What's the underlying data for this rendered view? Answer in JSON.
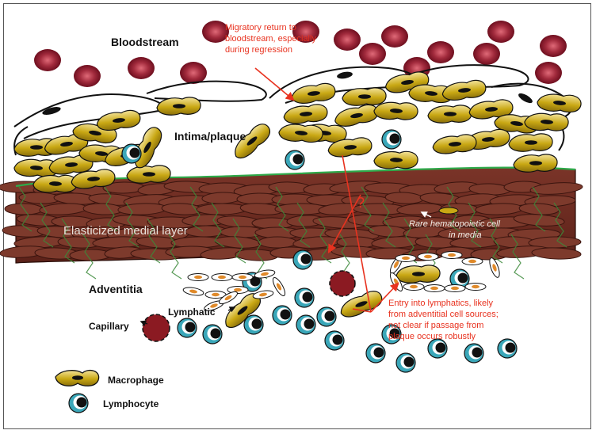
{
  "labels": {
    "bloodstream": "Bloodstream",
    "intima": "Intima/plaque",
    "medial": "Elasticized medial layer",
    "adventitia": "Adventitia",
    "lymphatic": "Lymphatic",
    "capillary": "Capillary",
    "question": "?"
  },
  "annotations": {
    "migratory": [
      "Migratory return to",
      "bloodstream, especially",
      "during regression"
    ],
    "rare_cell": [
      "Rare hematopoietic cell",
      "in media"
    ],
    "entry": [
      "Entry into lymphatics, likely",
      "from adventitial cell sources;",
      "not clear if passage from",
      "plaque occurs robustly"
    ]
  },
  "legend": {
    "macrophage": "Macrophage",
    "lymphocyte": "Lymphocyte"
  },
  "colors": {
    "rbc": "#8b1a2a",
    "macrophage": "#c9a814",
    "lymphocyte_ring": "#3aa7b9",
    "media": "#6e2e22",
    "elastin": "#2eaa4a",
    "annotation": "#e8321f"
  }
}
